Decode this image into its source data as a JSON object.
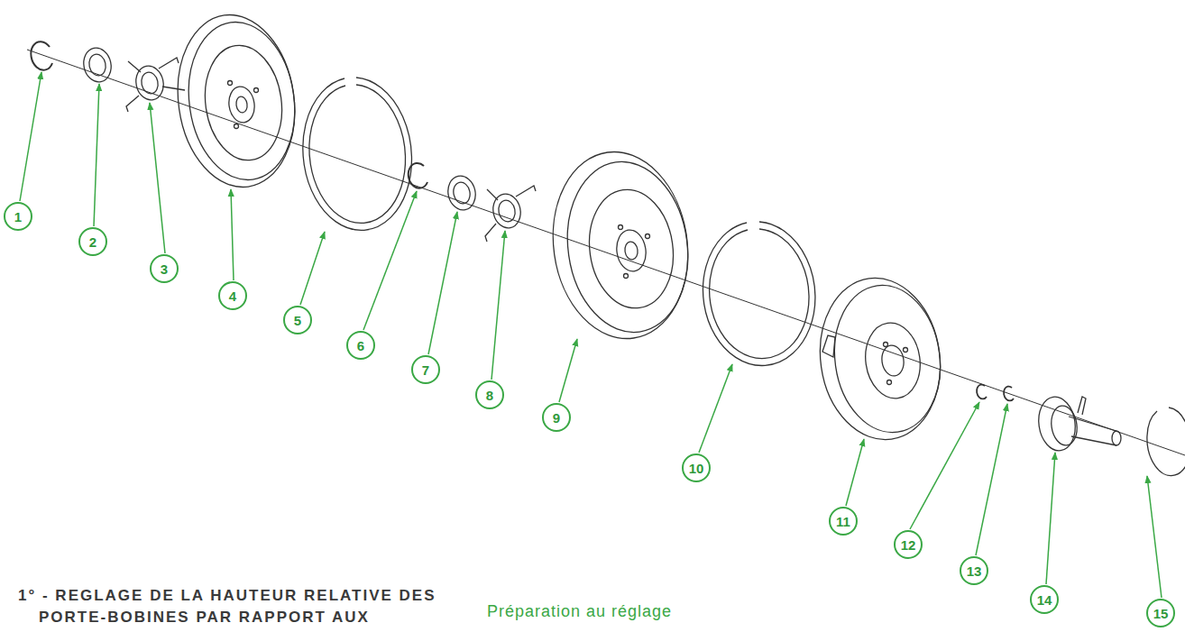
{
  "diagram": {
    "nodes": [
      {
        "text": [
          "1"
        ]
      },
      {
        "text": [
          "2"
        ]
      },
      {
        "text": [
          "3"
        ]
      },
      {
        "text": [
          "4"
        ]
      },
      {
        "text": [
          "5"
        ]
      },
      {
        "text": [
          "6"
        ]
      },
      {
        "text": [
          "7"
        ]
      },
      {
        "text": [
          "8"
        ]
      },
      {
        "text": [
          "9"
        ]
      },
      {
        "text": [
          "10"
        ]
      },
      {
        "text": [
          "11"
        ]
      },
      {
        "text": [
          "12"
        ]
      },
      {
        "text": [
          "13"
        ]
      },
      {
        "text": [
          "14"
        ]
      },
      {
        "text": [
          "15"
        ]
      }
    ],
    "labels": [
      "1° - REGLAGE DE LA HAUTEUR RELATIVE DES PORTE-BOBINES PAR RAPPORT AUX",
      "Préparation au réglage"
    ]
  }
}
